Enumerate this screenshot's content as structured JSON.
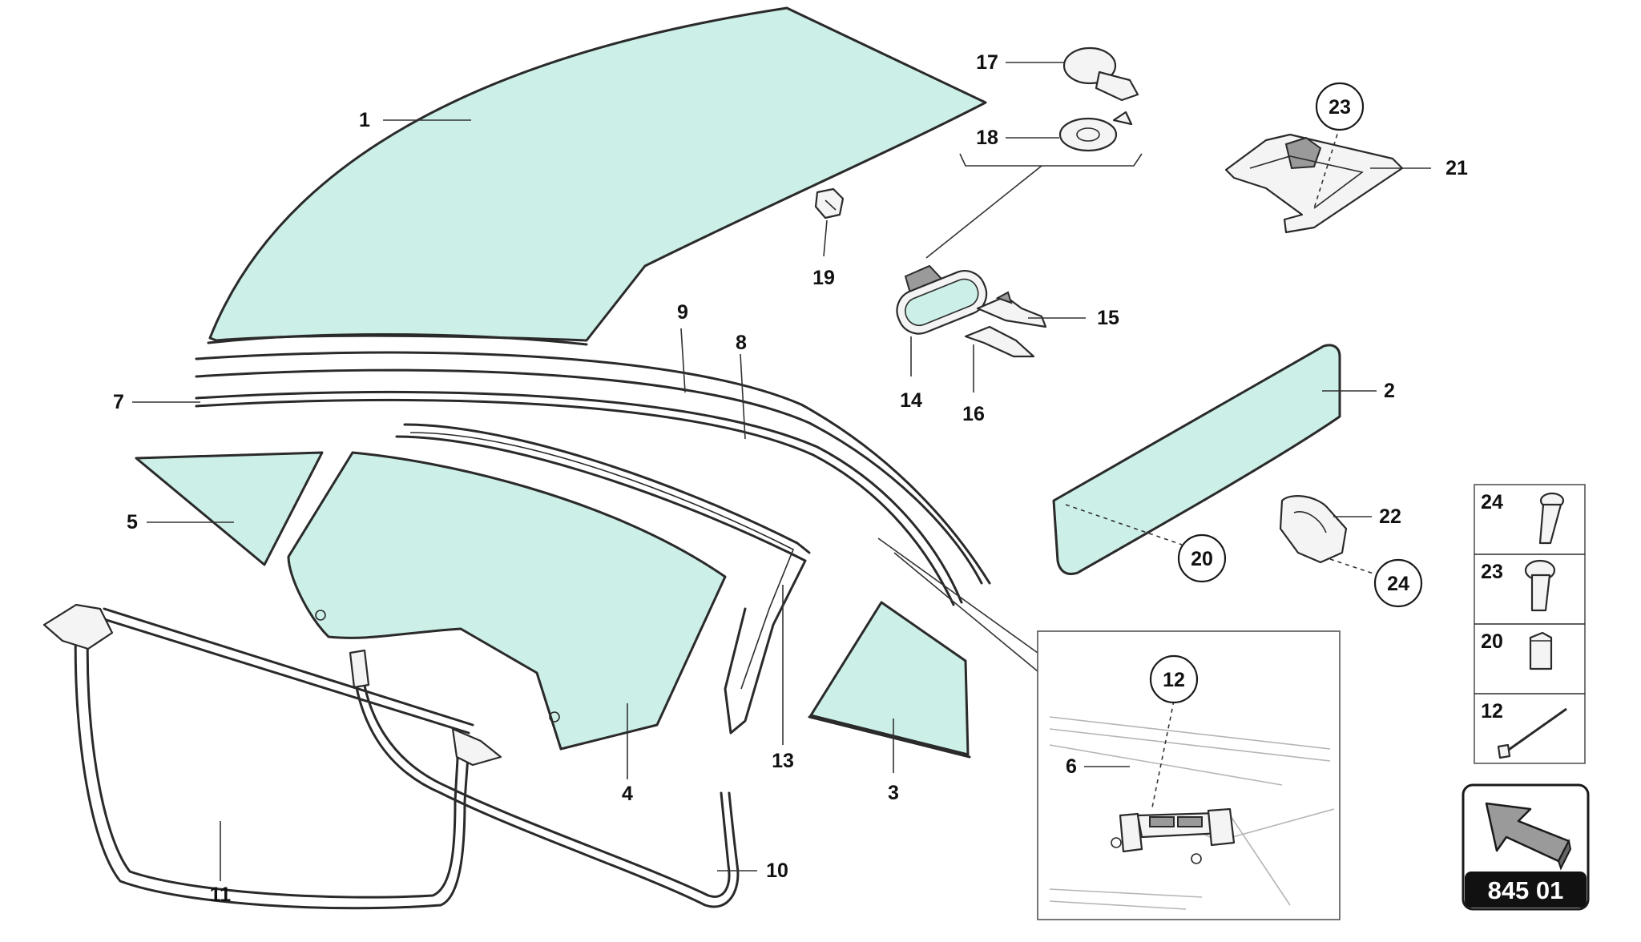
{
  "diagram": {
    "callouts": {
      "c1": "1",
      "c2": "2",
      "c3": "3",
      "c4": "4",
      "c5": "5",
      "c6": "6",
      "c7": "7",
      "c8": "8",
      "c9": "9",
      "c10": "10",
      "c11": "11",
      "c13": "13",
      "c14": "14",
      "c15": "15",
      "c16": "16",
      "c17": "17",
      "c18": "18",
      "c19": "19",
      "c21": "21",
      "c22": "22"
    },
    "circled_refs": {
      "r20": "20",
      "r23": "23",
      "r24": "24",
      "r12": "12"
    },
    "legend": [
      {
        "number": "24",
        "icon": "screw-icon"
      },
      {
        "number": "23",
        "icon": "flange-screw-icon"
      },
      {
        "number": "20",
        "icon": "spacer-block-icon"
      },
      {
        "number": "12",
        "icon": "rivet-pin-icon"
      }
    ],
    "page_code": "845 01",
    "nav_arrow_icon": "arrow-up-left-icon",
    "colors": {
      "glass_fill": "#ccefe8",
      "outline": "#2a2a2a"
    }
  }
}
